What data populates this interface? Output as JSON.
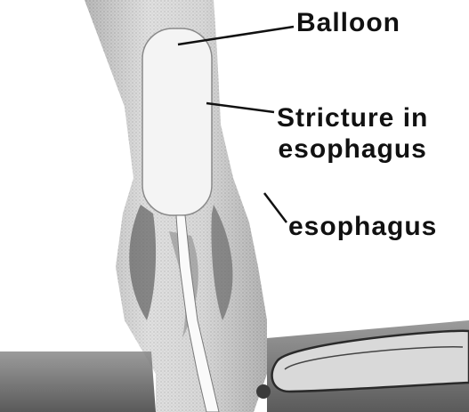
{
  "labels": {
    "balloon": "Balloon",
    "stricture_line1": "Stricture in",
    "stricture_line2": "esophagus",
    "esophagus": "esophagus"
  },
  "colors": {
    "ink": "#111111",
    "tissue_light": "#d8d8d8",
    "tissue_mid": "#9a9a9a",
    "tissue_dark": "#5a5a5a",
    "background": "#ffffff"
  }
}
